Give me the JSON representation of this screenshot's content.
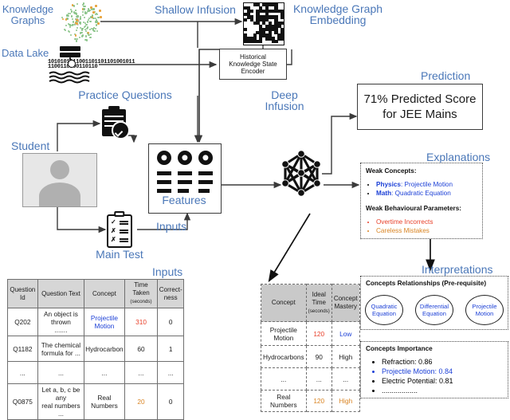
{
  "labels": {
    "knowledge_graphs": "Knowledge\nGraphs",
    "knowledge_graphs_l1": "Knowledge",
    "knowledge_graphs_l2": "Graphs",
    "data_lake": "Data Lake",
    "shallow_infusion": "Shallow Infusion",
    "kg_embedding_l1": "Knowledge Graph",
    "kg_embedding_l2": "Embedding",
    "deep_infusion_l1": "Deep",
    "deep_infusion_l2": "Infusion",
    "practice_questions": "Practice Questions",
    "student": "Student",
    "features": "Features",
    "inputs": "Inputs",
    "main_test": "Main Test",
    "prediction": "Prediction",
    "explanations": "Explanations",
    "interpretations": "Interpretations",
    "inputs_table_title": "Inputs"
  },
  "hkse": {
    "line1": "Historical",
    "line2": "Knowledge State",
    "line3": "Encoder"
  },
  "prediction": {
    "line1": "71% Predicted Score",
    "line2": "for JEE Mains"
  },
  "explanations": {
    "weak_concepts_heading": "Weak Concepts:",
    "weak_concepts": [
      {
        "subject": "Physics",
        "topic": ": Projectile Motion"
      },
      {
        "subject": "Math",
        "topic": ": Quadratic Equation"
      }
    ],
    "weak_behaviour_heading": "Weak Behavioural Parameters:",
    "weak_behaviour": [
      {
        "text": "Overtime Incorrects",
        "color": "#e8402a"
      },
      {
        "text": "Careless Mistakes",
        "color": "#d98423"
      }
    ]
  },
  "interpretations": {
    "relationships_heading": "Concepts Relationships (Pre-requisite)",
    "relationship_nodes": [
      {
        "line1": "Quadratic",
        "line2": "Equation"
      },
      {
        "line1": "Differential",
        "line2": "Equation"
      },
      {
        "line1": "Projectile",
        "line2": "Motion"
      }
    ],
    "importance_heading": "Concepts Importance",
    "importance": [
      {
        "text": "Refraction: 0.86",
        "color": "#1b1b1b"
      },
      {
        "text": "Projectile Motion: 0.84",
        "color": "#1b3fd6"
      },
      {
        "text": "Electric Potential: 0.81",
        "color": "#1b1b1b"
      },
      {
        "text": "..................",
        "color": "#1b1b1b"
      }
    ]
  },
  "inputs_table": {
    "headers": [
      {
        "main": "Question",
        "sub": "Id"
      },
      {
        "main": "Question Text",
        "sub": ""
      },
      {
        "main": "Concept",
        "sub": ""
      },
      {
        "main": "Time Taken",
        "sub": "(seconds)"
      },
      {
        "main": "Correct-",
        "sub": "ness"
      }
    ],
    "rows": [
      {
        "id": "Q202",
        "text_l1": "An object is thrown",
        "text_l2": ".......",
        "text_bold": false,
        "concept_l1": "Projectile",
        "concept_l2": "Motion",
        "concept_color": "#1b3fd6",
        "time": "310",
        "time_color": "#e8402a",
        "correct": "0",
        "correct_bold": false
      },
      {
        "id": "Q1182",
        "text_l1": "The chemical",
        "text_l2": "formula for ...",
        "text_bold": false,
        "concept_l1": "Hydrocarbon",
        "concept_l2": "",
        "concept_color": "#1b1b1b",
        "time": "60",
        "time_color": "#1b1b1b",
        "correct": "1",
        "correct_bold": true
      },
      {
        "id": "...",
        "text_l1": "...",
        "text_l2": "",
        "text_bold": false,
        "concept_l1": "...",
        "concept_l2": "",
        "concept_color": "#1b1b1b",
        "time": "...",
        "time_color": "#1b1b1b",
        "correct": "...",
        "correct_bold": false
      },
      {
        "id": "Q0875",
        "text_l1": "Let a, b, c be any",
        "text_l2": "real numbers ...",
        "text_bold": true,
        "concept_l1": "Real",
        "concept_l2": "Numbers",
        "concept_color": "#1b1b1b",
        "time": "20",
        "time_color": "#d98423",
        "correct": "0",
        "correct_bold": false
      }
    ]
  },
  "concept_table": {
    "headers": [
      {
        "main": "Concept",
        "sub": ""
      },
      {
        "main": "Ideal\nTime",
        "sub": "(seconds)"
      },
      {
        "main": "Concept\nMastery",
        "sub": ""
      }
    ],
    "header_ideal_l1": "Ideal",
    "header_ideal_l2": "Time",
    "header_ideal_sub": "(seconds)",
    "header_concept": "Concept",
    "header_mastery_l1": "Concept",
    "header_mastery_l2": "Mastery",
    "rows": [
      {
        "concept_l1": "Projectile",
        "concept_l2": "Motion",
        "time": "120",
        "time_color": "#e8402a",
        "mastery": "Low",
        "mastery_color": "#1b3fd6"
      },
      {
        "concept_l1": "Hydrocarbons",
        "concept_l2": "",
        "time": "90",
        "time_color": "#1b1b1b",
        "mastery": "High",
        "mastery_color": "#1b1b1b"
      },
      {
        "concept_l1": "...",
        "concept_l2": "",
        "time": "...",
        "time_color": "#1b1b1b",
        "mastery": "...",
        "mastery_color": "#1b1b1b"
      },
      {
        "concept_l1": "Real Numbers",
        "concept_l2": "",
        "time": "120",
        "time_color": "#d98423",
        "mastery": "High",
        "mastery_color": "#d98423"
      }
    ]
  },
  "colors": {
    "label_blue": "#4a77b8",
    "accent_blue": "#1b3fd6",
    "accent_red": "#e8402a",
    "accent_orange": "#d98423",
    "graph_green": "#8bc48a",
    "graph_gold": "#e8a33d",
    "header_gray": "#d6d6d6"
  },
  "icons": {
    "knowledge_graph": "network-graph-icon",
    "data_lake": "data-lake-icon",
    "kg_embedding": "qr-matrix-icon",
    "practice_questions": "clipboard-check-icon",
    "main_test": "checklist-clipboard-icon",
    "student": "person-photo-icon",
    "features": "feature-grid-icon",
    "neural_network": "neural-network-icon"
  }
}
